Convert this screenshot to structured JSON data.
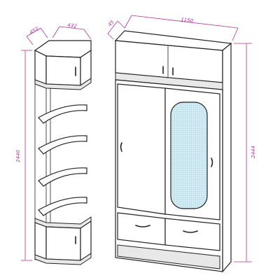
{
  "dimensions": {
    "corner_depth_a": "452",
    "corner_depth_b": "432",
    "corner_height": "2440",
    "wardrobe_depth": "45",
    "wardrobe_width": "1150",
    "wardrobe_height": "2444"
  },
  "colors": {
    "dimension": "#b0359b",
    "outline": "#222222",
    "glass_fill": "#d7eef5",
    "glass_grid": "#8fc4d6"
  }
}
